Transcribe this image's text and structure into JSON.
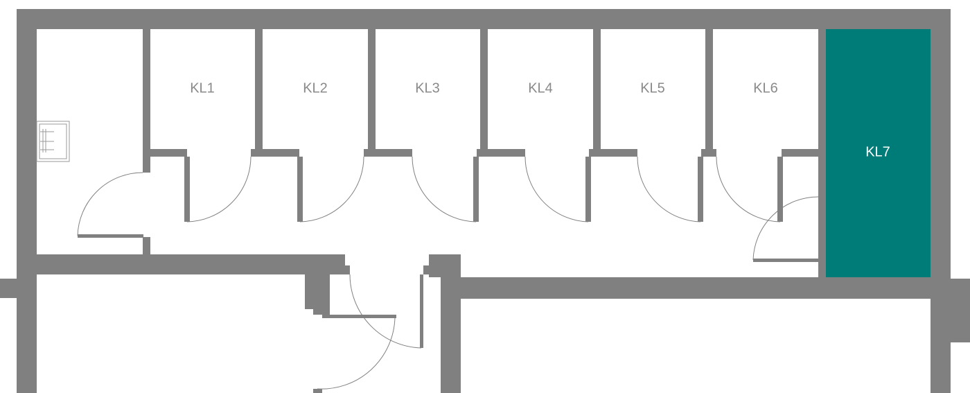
{
  "rooms": [
    {
      "id": "kl1",
      "label": "KL1"
    },
    {
      "id": "kl2",
      "label": "KL2"
    },
    {
      "id": "kl3",
      "label": "KL3"
    },
    {
      "id": "kl4",
      "label": "KL4"
    },
    {
      "id": "kl5",
      "label": "KL5"
    },
    {
      "id": "kl6",
      "label": "KL6"
    },
    {
      "id": "kl7",
      "label": "KL7"
    }
  ],
  "selected_room": "KL7",
  "colors": {
    "wall": "#808080",
    "selected_fill": "#007c78",
    "label": "#8a8a8a",
    "selected_label": "#ffffff"
  }
}
